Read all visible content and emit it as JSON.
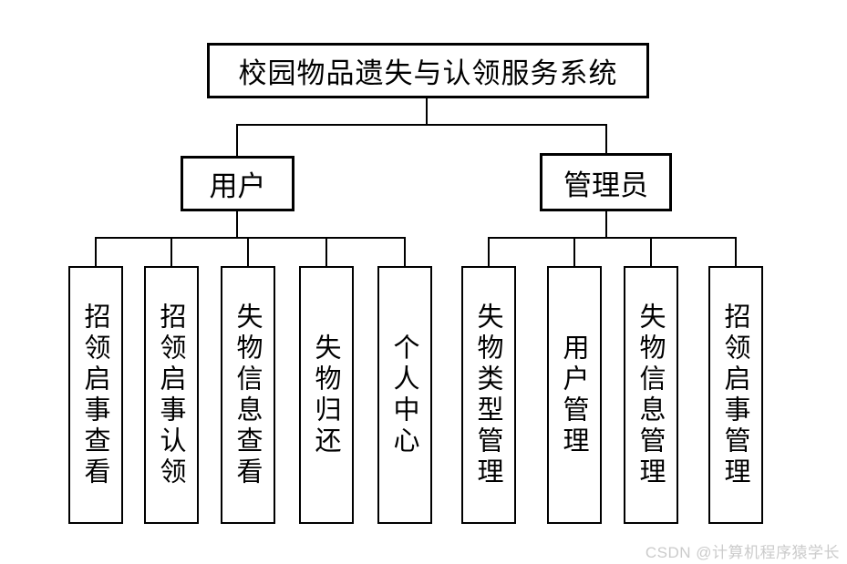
{
  "diagram": {
    "root": {
      "label": "校园物品遗失与认领服务系统"
    },
    "branches": [
      {
        "label": "用户",
        "children": [
          "招领启事查看",
          "招领启事认领",
          "失物信息查看",
          "失物归还",
          "个人中心"
        ]
      },
      {
        "label": "管理员",
        "children": [
          "失物类型管理",
          "用户管理",
          "失物信息管理",
          "招领启事管理"
        ]
      }
    ]
  },
  "watermark": {
    "text": "CSDN @计算机程序猿学长",
    "color": "#cbcbcb"
  },
  "colors": {
    "line": "#000000",
    "background": "#ffffff",
    "box_fill": "#ffffff"
  }
}
